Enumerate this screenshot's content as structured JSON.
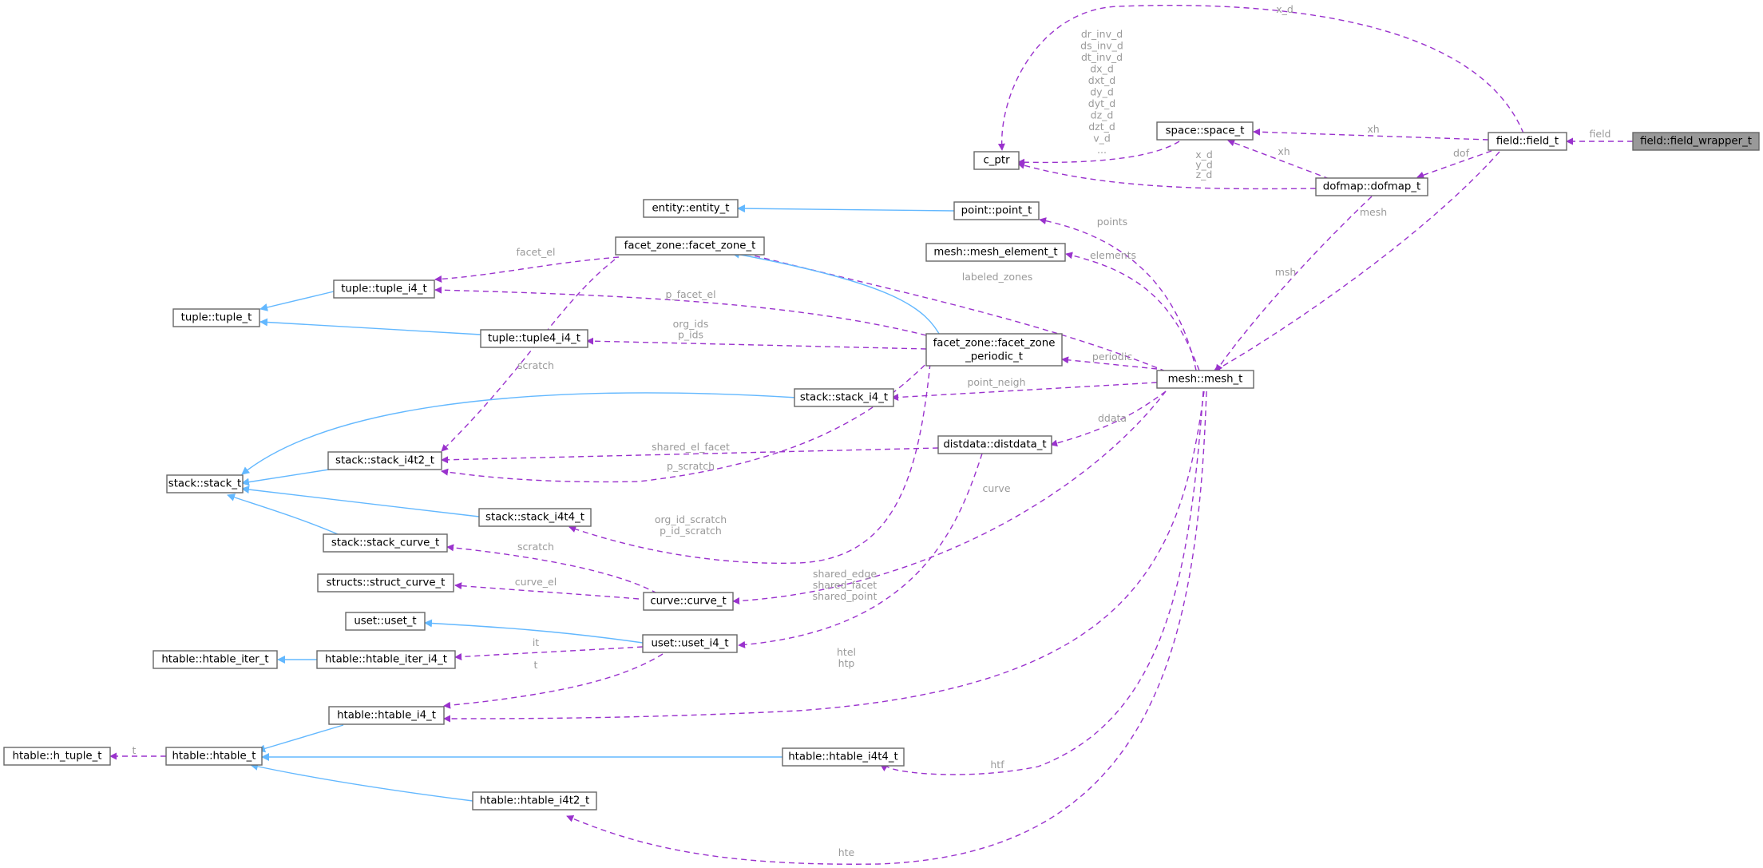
{
  "diagram": {
    "root": "field::field_wrapper_t",
    "nodes": [
      {
        "id": "field_wrapper",
        "label": "field::field_wrapper_t",
        "highlight": true
      },
      {
        "id": "field",
        "label": "field::field_t"
      },
      {
        "id": "space",
        "label": "space::space_t"
      },
      {
        "id": "dofmap",
        "label": "dofmap::dofmap_t"
      },
      {
        "id": "cptr",
        "label": "c_ptr"
      },
      {
        "id": "entity",
        "label": "entity::entity_t"
      },
      {
        "id": "point",
        "label": "point::point_t"
      },
      {
        "id": "fzone",
        "label": "facet_zone::facet_zone_t"
      },
      {
        "id": "melem",
        "label": "mesh::mesh_element_t"
      },
      {
        "id": "ti4",
        "label": "tuple::tuple_i4_t"
      },
      {
        "id": "tuple",
        "label": "tuple::tuple_t"
      },
      {
        "id": "t4i4",
        "label": "tuple::tuple4_i4_t"
      },
      {
        "id": "fzp",
        "label": "facet_zone::facet_zone\n_periodic_t"
      },
      {
        "id": "mesh",
        "label": "mesh::mesh_t"
      },
      {
        "id": "si4",
        "label": "stack::stack_i4_t"
      },
      {
        "id": "dist",
        "label": "distdata::distdata_t"
      },
      {
        "id": "si4t2",
        "label": "stack::stack_i4t2_t"
      },
      {
        "id": "stack",
        "label": "stack::stack_t"
      },
      {
        "id": "si4t4",
        "label": "stack::stack_i4t4_t"
      },
      {
        "id": "scurve",
        "label": "stack::stack_curve_t"
      },
      {
        "id": "scurvet",
        "label": "structs::struct_curve_t"
      },
      {
        "id": "curve",
        "label": "curve::curve_t"
      },
      {
        "id": "uset",
        "label": "uset::uset_t"
      },
      {
        "id": "useti4",
        "label": "uset::uset_i4_t"
      },
      {
        "id": "hiter",
        "label": "htable::htable_iter_t"
      },
      {
        "id": "hiteri4",
        "label": "htable::htable_iter_i4_t"
      },
      {
        "id": "hi4",
        "label": "htable::htable_i4_t"
      },
      {
        "id": "htuple",
        "label": "htable::h_tuple_t"
      },
      {
        "id": "htable",
        "label": "htable::htable_t"
      },
      {
        "id": "hi4t4",
        "label": "htable::htable_i4t4_t"
      },
      {
        "id": "hi4t2",
        "label": "htable::htable_i4t2_t"
      }
    ],
    "edge_labels": {
      "field": "field",
      "x_d": "x_d",
      "xh": "xh",
      "dof": "dof",
      "xh2": "xh",
      "cptr_list": [
        "dr_inv_d",
        "ds_inv_d",
        "dt_inv_d",
        "dx_d",
        "dxt_d",
        "dy_d",
        "dyt_d",
        "dz_d",
        "dzt_d",
        "v_d",
        "..."
      ],
      "xyz": [
        "x_d",
        "y_d",
        "z_d"
      ],
      "mesh1": "mesh",
      "msh": "msh",
      "points": "points",
      "elements": "elements",
      "labeled_zones": "labeled_zones",
      "facet_el": "facet_el",
      "p_facet_el": "p_facet_el",
      "org_ids": [
        "org_ids",
        "p_ids"
      ],
      "scratch": "scratch",
      "periodic": "periodic",
      "point_neigh": "point_neigh",
      "ddata": "ddata",
      "shared_el_facet": "shared_el_facet",
      "p_scratch": "p_scratch",
      "curve": "curve",
      "org_id_scratch": [
        "org_id_scratch",
        "p_id_scratch"
      ],
      "scratch2": "scratch",
      "shared": [
        "shared_edge",
        "shared_facet",
        "shared_point"
      ],
      "curve_el": "curve_el",
      "it": "it",
      "t": "t",
      "htel": [
        "htel",
        "htp"
      ],
      "t2": "t",
      "htf": "htf",
      "hte": "hte"
    }
  }
}
